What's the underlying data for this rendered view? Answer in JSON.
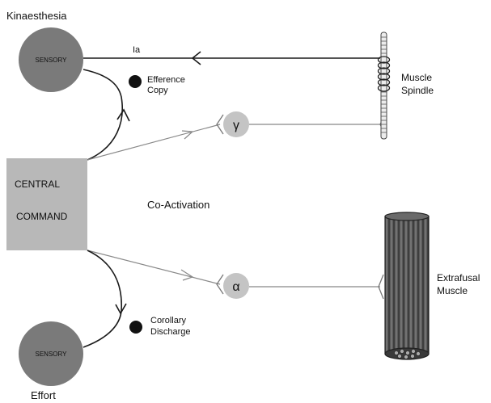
{
  "labels": {
    "kinaesthesia": "Kinaesthesia",
    "effort": "Effort",
    "sensory_top": "SENSORY",
    "sensory_bottom": "SENSORY",
    "ia": "Ia",
    "efference_copy": [
      "Efference",
      "Copy"
    ],
    "gamma": "γ",
    "alpha": "α",
    "central_command": [
      "CENTRAL",
      "COMMAND"
    ],
    "co_activation": "Co-Activation",
    "muscle_spindle": [
      "Muscle",
      "Spindle"
    ],
    "extrafusal_muscle": [
      "Extrafusal",
      "Muscle"
    ],
    "corollary_discharge": [
      "Corollary",
      "Discharge"
    ],
    "minus_sign": "−",
    "plus_sign": "+"
  },
  "colors": {
    "sensory_circle": "#7a7a7a",
    "neuron_circle": "#c4c4c4",
    "central_box": "#b8b8b8",
    "line": "#1a1a1a",
    "gray_line": "#777777",
    "muscle": "#444444"
  }
}
